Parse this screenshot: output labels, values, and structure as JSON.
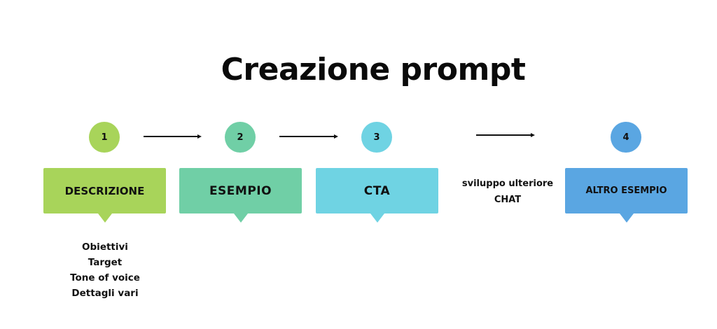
{
  "title": "Creazione prompt",
  "colors": {
    "green": "#a8d45a",
    "teal": "#70cfa6",
    "cyan": "#6fd3e3",
    "blue": "#5aa6e2",
    "text": "#111111"
  },
  "steps": [
    {
      "number": "1",
      "label": "DESCRIZIONE",
      "color": "#a8d45a"
    },
    {
      "number": "2",
      "label": "ESEMPIO",
      "color": "#70cfa6"
    },
    {
      "number": "3",
      "label": "CTA",
      "color": "#6fd3e3"
    },
    {
      "number": "4",
      "label": "ALTRO ESEMPIO",
      "color": "#5aa6e2"
    }
  ],
  "descrizione_details": [
    "Obiettivi",
    "Target",
    "Tone of voice",
    "Dettagli vari"
  ],
  "intermediate_note": [
    "sviluppo ulteriore",
    "CHAT"
  ]
}
